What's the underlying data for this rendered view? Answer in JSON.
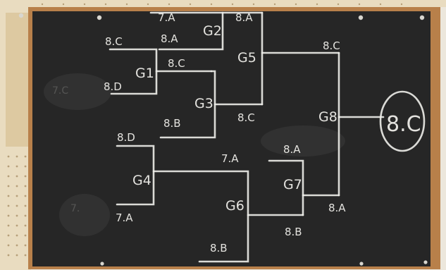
{
  "colors": {
    "wall": "#ece7dc",
    "pegboard": "#e9dcc0",
    "frame": "#b8804a",
    "chalkboard": "#262626",
    "chalk": "#f2f1ec"
  },
  "bracket": {
    "g1": {
      "label": "G1",
      "top": "8.C",
      "bottom": "8.D"
    },
    "g2": {
      "label": "G2",
      "top": "7.A",
      "bottom": "8.A"
    },
    "g3": {
      "label": "G3",
      "top": "8.C",
      "bottom": "8.B"
    },
    "g4": {
      "label": "G4",
      "top": "8.D",
      "bottom": "7.A"
    },
    "g5": {
      "label": "G5",
      "top": "8.A",
      "bottom": "8.C"
    },
    "g6": {
      "label": "G6",
      "top": "7.A",
      "bottom": "8.B"
    },
    "g7": {
      "label": "G7",
      "top": "8.A",
      "bottom": "8.B"
    },
    "g8": {
      "label": "G8",
      "top": "8.C",
      "bottom": "8.A"
    },
    "champion": "8.C"
  },
  "ghost_marks": {
    "left_upper": "7.C",
    "left_lower": "7."
  }
}
